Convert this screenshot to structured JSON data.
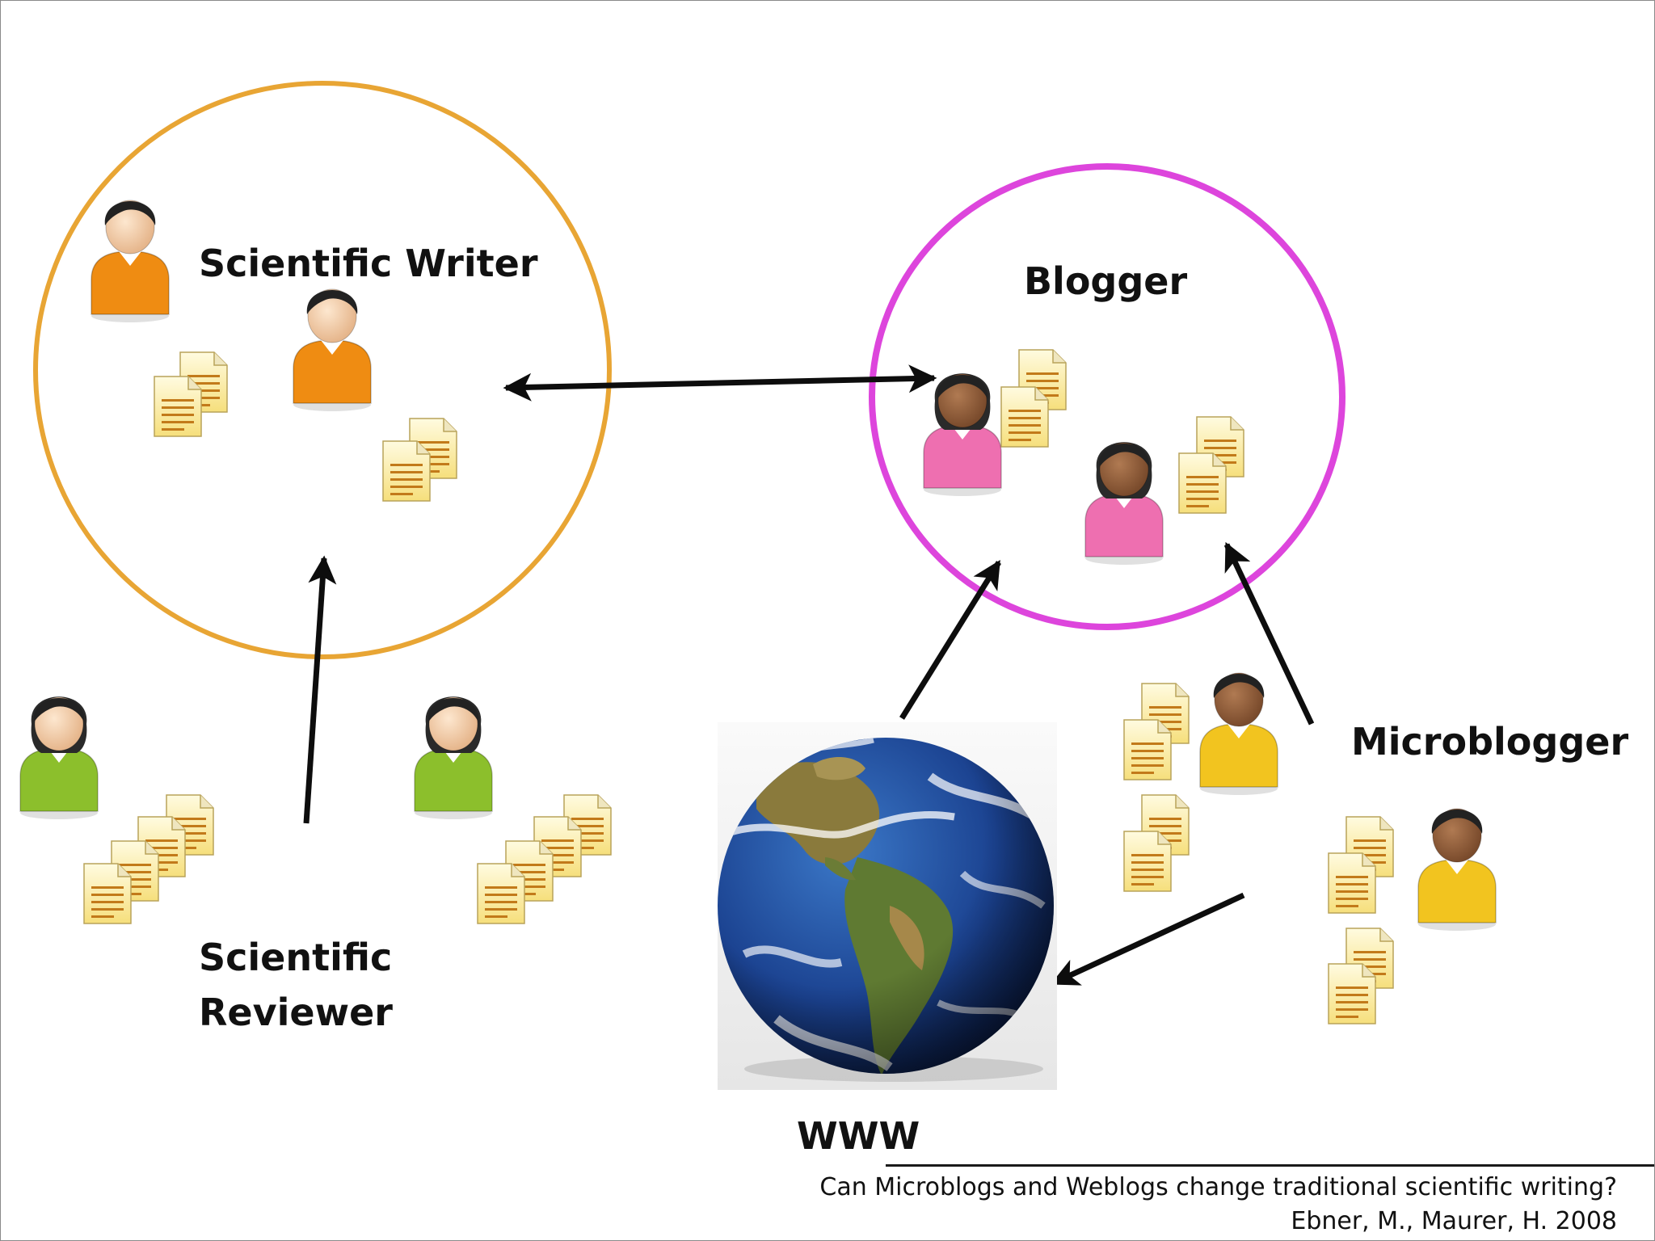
{
  "colors": {
    "writer_circle": "#e8a534",
    "blogger_circle": "#dd45dc",
    "writer_person": "#ef8c12",
    "reviewer_person": "#8cbf2c",
    "blogger_person": "#ee6fb0",
    "microblogger_person": "#f2c41f",
    "arrow": "#0d0d0d"
  },
  "labels": {
    "scientific_writer": "Scientific Writer",
    "blogger": "Blogger",
    "microblogger": "Microblogger",
    "scientific_reviewer": [
      "Scientific",
      "Reviewer"
    ],
    "www": "WWW"
  },
  "citation": {
    "title": "Can Microblogs and Weblogs change traditional scientific writing?",
    "authors": "Ebner, M., Maurer, H. 2008"
  },
  "icons": [
    "user-icon",
    "document-icon",
    "globe-icon"
  ]
}
